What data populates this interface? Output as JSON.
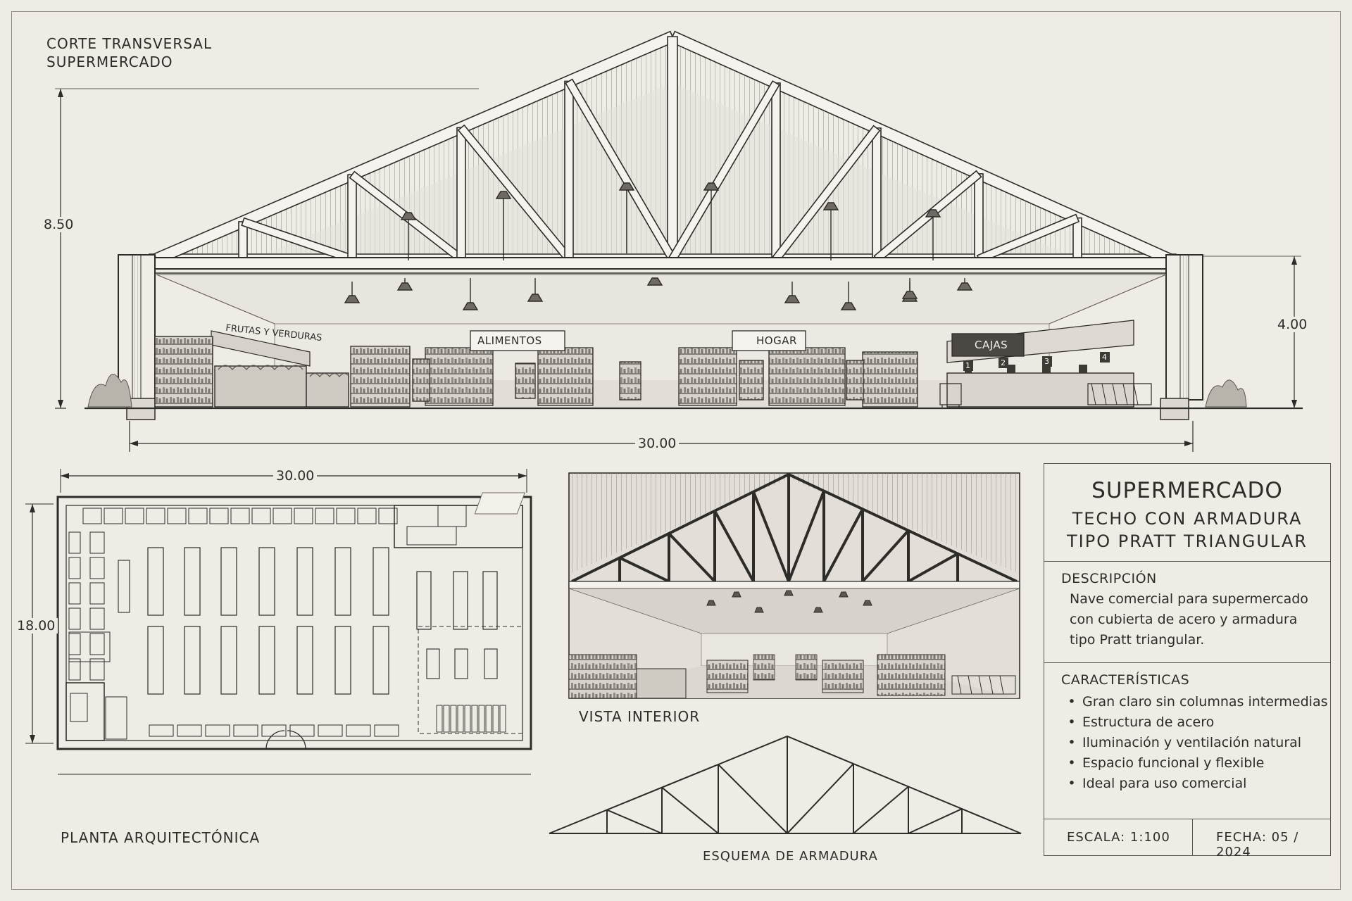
{
  "section": {
    "title_line1": "CORTE TRANSVERSAL",
    "title_line2": "SUPERMERCADO",
    "dim_height_total": "8.50",
    "dim_height_walls": "4.00",
    "dim_width": "30.00",
    "signs": [
      "FRUTAS Y VERDURAS",
      "ALIMENTOS",
      "HOGAR",
      "CAJAS"
    ],
    "checkout_numbers": [
      "1",
      "2",
      "3",
      "4"
    ]
  },
  "plan": {
    "dim_width": "30.00",
    "dim_depth": "18.00",
    "caption": "PLANTA ARQUITECTÓNICA"
  },
  "interior": {
    "caption": "VISTA INTERIOR"
  },
  "truss": {
    "caption": "ESQUEMA DE ARMADURA"
  },
  "title_block": {
    "title": "SUPERMERCADO",
    "subtitle_line1": "TECHO CON ARMADURA",
    "subtitle_line2": "TIPO PRATT TRIANGULAR",
    "description_heading": "DESCRIPCIÓN",
    "description_lines": [
      "Nave comercial para supermercado",
      "con cubierta de acero y armadura",
      "tipo Pratt triangular."
    ],
    "features_heading": "CARACTERÍSTICAS",
    "features": [
      "Gran claro sin columnas intermedias",
      "Estructura de acero",
      "Iluminación y ventilación natural",
      "Espacio funcional y flexible",
      "Ideal para uso comercial"
    ],
    "scale": "ESCALA: 1:100",
    "date": "FECHA: 05 / 2024"
  },
  "colors": {
    "paper": "#efece6",
    "ink": "#2e2c29",
    "hatch": "#8d8983",
    "member_fill": "#f6f3ee"
  }
}
